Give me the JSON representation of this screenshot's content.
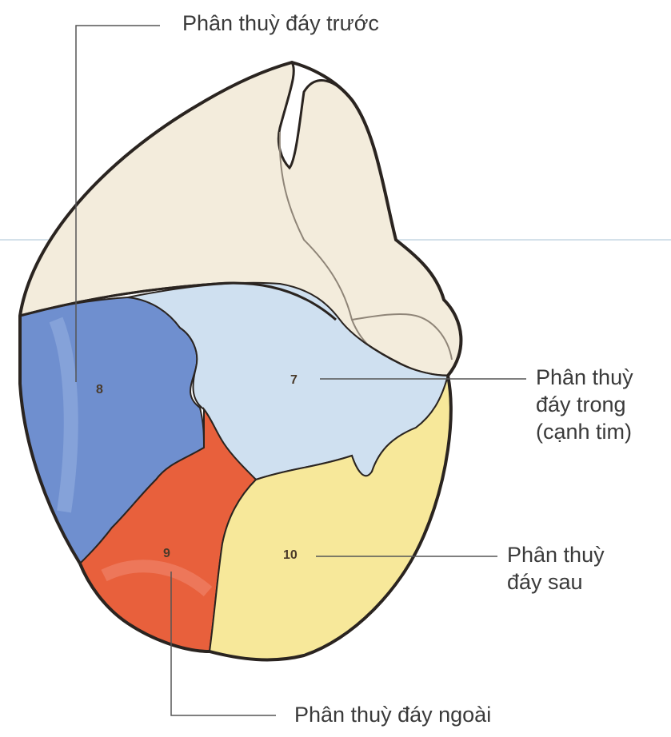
{
  "labels": {
    "anterior_basal": "Phân thuỳ đáy trước",
    "medial_basal": [
      "Phân thuỳ",
      "đáy trong",
      "(cạnh tim)"
    ],
    "posterior_basal": [
      "Phân thuỳ",
      "đáy sau"
    ],
    "lateral_basal": "Phân thuỳ đáy ngoài"
  },
  "segments": {
    "s7": "7",
    "s8": "8",
    "s9": "9",
    "s10": "10"
  },
  "colors": {
    "segment_7": "#cfe0f0",
    "segment_8": "#6f8fcf",
    "segment_9": "#e8603c",
    "segment_10": "#f7e89a",
    "upper_lung": "#f3ecdc",
    "outline": "#2a2420"
  }
}
